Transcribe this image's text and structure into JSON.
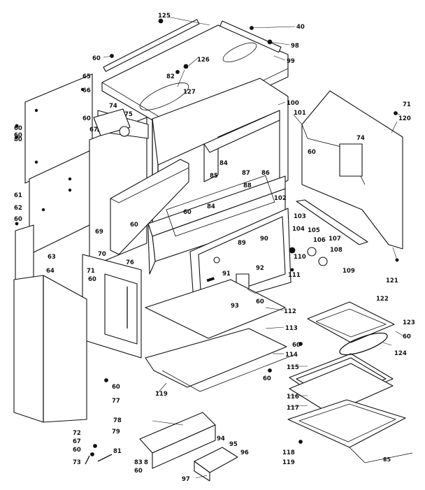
{
  "diagram": {
    "page_code": "85",
    "callouts": [
      {
        "id": "c125",
        "text": "125"
      },
      {
        "id": "c40",
        "text": "40"
      },
      {
        "id": "c98",
        "text": "98"
      },
      {
        "id": "c99",
        "text": "99"
      },
      {
        "id": "c60a",
        "text": "60"
      },
      {
        "id": "c126",
        "text": "126"
      },
      {
        "id": "c65",
        "text": "65"
      },
      {
        "id": "c66",
        "text": "66"
      },
      {
        "id": "c82",
        "text": "82"
      },
      {
        "id": "c127",
        "text": "127"
      },
      {
        "id": "c100",
        "text": "100"
      },
      {
        "id": "c71a",
        "text": "71"
      },
      {
        "id": "c120",
        "text": "120"
      },
      {
        "id": "c74a",
        "text": "74"
      },
      {
        "id": "c75",
        "text": "75"
      },
      {
        "id": "c101",
        "text": "101"
      },
      {
        "id": "c60b",
        "text": "60"
      },
      {
        "id": "c67a",
        "text": "67"
      },
      {
        "id": "c60c",
        "text": "60"
      },
      {
        "id": "c80",
        "text": "80"
      },
      {
        "id": "c60d",
        "text": "60"
      },
      {
        "id": "c74b",
        "text": "74"
      },
      {
        "id": "c84a",
        "text": "84"
      },
      {
        "id": "c87",
        "text": "87"
      },
      {
        "id": "c86",
        "text": "86"
      },
      {
        "id": "c85",
        "text": "85"
      },
      {
        "id": "c88",
        "text": "88"
      },
      {
        "id": "c60e",
        "text": "60"
      },
      {
        "id": "c61",
        "text": "61"
      },
      {
        "id": "c62",
        "text": "62"
      },
      {
        "id": "c60f",
        "text": "60"
      },
      {
        "id": "c84b",
        "text": "84"
      },
      {
        "id": "c102",
        "text": "102"
      },
      {
        "id": "c103",
        "text": "103"
      },
      {
        "id": "c60g",
        "text": "60"
      },
      {
        "id": "c60h",
        "text": "60"
      },
      {
        "id": "c90",
        "text": "90"
      },
      {
        "id": "c69",
        "text": "69"
      },
      {
        "id": "c104",
        "text": "104"
      },
      {
        "id": "c105",
        "text": "105"
      },
      {
        "id": "c106",
        "text": "106"
      },
      {
        "id": "c107",
        "text": "107"
      },
      {
        "id": "c89",
        "text": "89"
      },
      {
        "id": "c108",
        "text": "108"
      },
      {
        "id": "c110",
        "text": "110"
      },
      {
        "id": "c109",
        "text": "109"
      },
      {
        "id": "c63",
        "text": "63"
      },
      {
        "id": "c70",
        "text": "70"
      },
      {
        "id": "c92",
        "text": "92"
      },
      {
        "id": "c91",
        "text": "91"
      },
      {
        "id": "c111",
        "text": "111"
      },
      {
        "id": "c121",
        "text": "121"
      },
      {
        "id": "c64",
        "text": "64"
      },
      {
        "id": "c71b",
        "text": "71"
      },
      {
        "id": "c76",
        "text": "76"
      },
      {
        "id": "c60i",
        "text": "60"
      },
      {
        "id": "c93",
        "text": "93"
      },
      {
        "id": "c60j",
        "text": "60"
      },
      {
        "id": "c112",
        "text": "112"
      },
      {
        "id": "c122",
        "text": "122"
      },
      {
        "id": "c123",
        "text": "123"
      },
      {
        "id": "c60k",
        "text": "60"
      },
      {
        "id": "c113",
        "text": "113"
      },
      {
        "id": "c60l",
        "text": "60"
      },
      {
        "id": "c124",
        "text": "124"
      },
      {
        "id": "c114",
        "text": "114"
      },
      {
        "id": "c115",
        "text": "115"
      },
      {
        "id": "c60m",
        "text": "60"
      },
      {
        "id": "c119a",
        "text": "119"
      },
      {
        "id": "c60n",
        "text": "60"
      },
      {
        "id": "c77",
        "text": "77"
      },
      {
        "id": "c116",
        "text": "116"
      },
      {
        "id": "c117",
        "text": "117"
      },
      {
        "id": "c78",
        "text": "78"
      },
      {
        "id": "c79",
        "text": "79"
      },
      {
        "id": "c72",
        "text": "72"
      },
      {
        "id": "c67b",
        "text": "67"
      },
      {
        "id": "c60o",
        "text": "60"
      },
      {
        "id": "c81",
        "text": "81"
      },
      {
        "id": "c73",
        "text": "73"
      },
      {
        "id": "c94",
        "text": "94"
      },
      {
        "id": "c95",
        "text": "95"
      },
      {
        "id": "c96",
        "text": "96"
      },
      {
        "id": "c118",
        "text": "118"
      },
      {
        "id": "c119b",
        "text": "119"
      },
      {
        "id": "c83",
        "text": "83"
      },
      {
        "id": "c8",
        "text": "8"
      },
      {
        "id": "c60p",
        "text": "60"
      },
      {
        "id": "c97",
        "text": "97"
      }
    ]
  }
}
